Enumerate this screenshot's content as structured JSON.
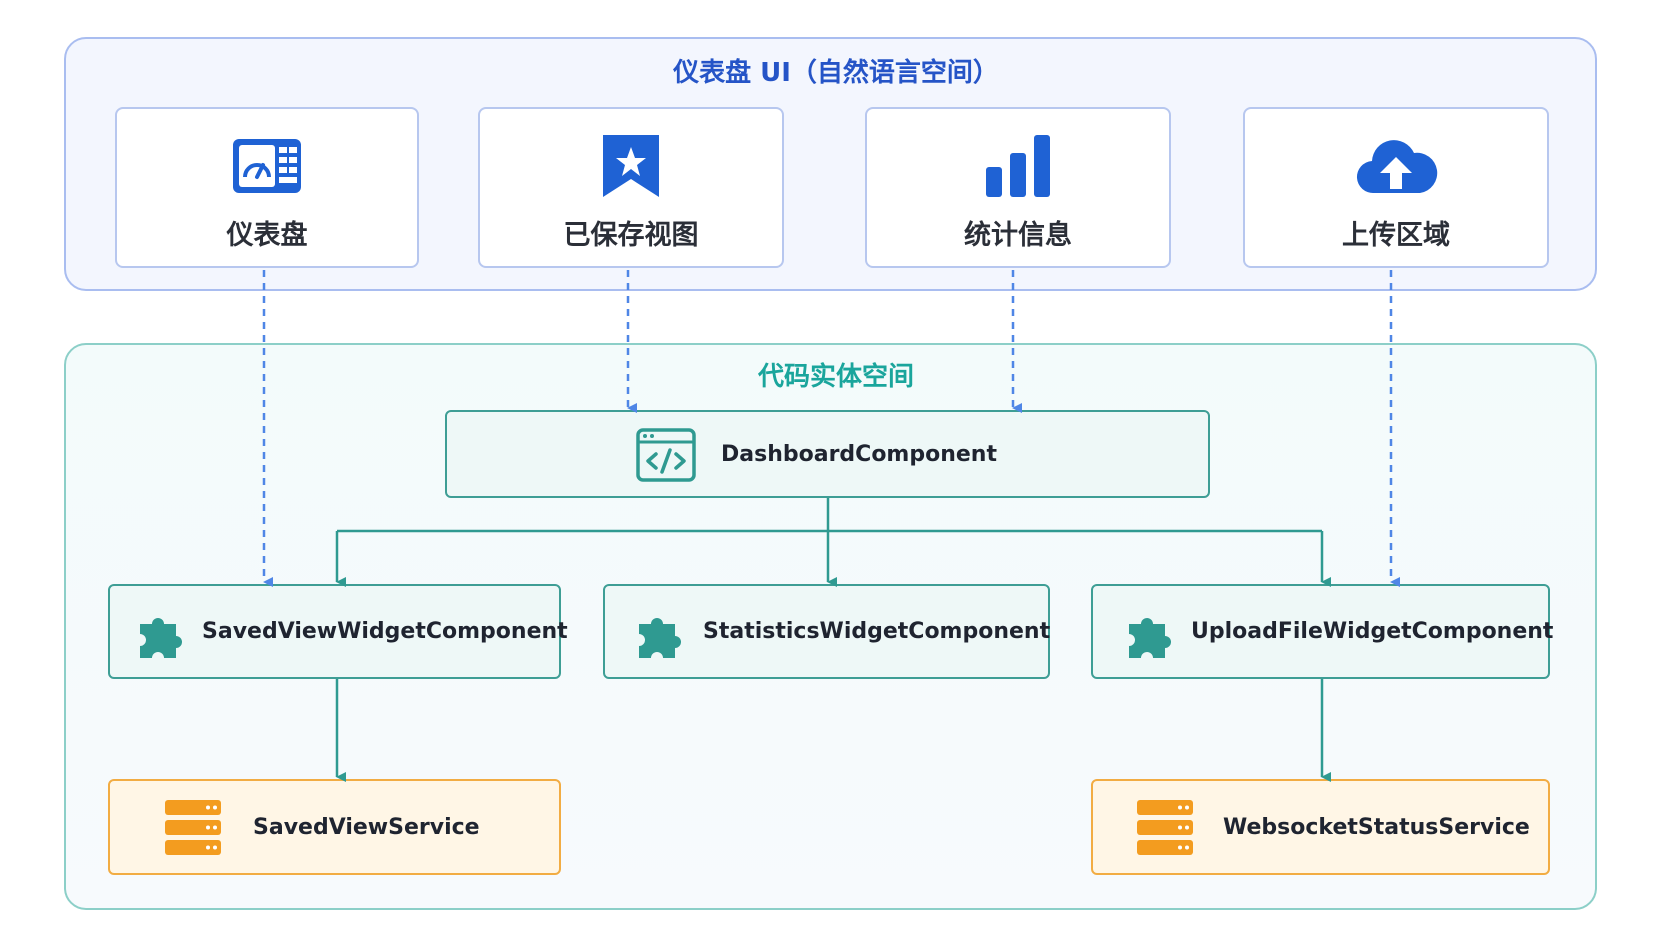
{
  "ui_space": {
    "title": "仪表盘 UI（自然语言空间）"
  },
  "code_space": {
    "title": "代码实体空间"
  },
  "ui_cards": [
    {
      "label": "仪表盘",
      "icon": "dashboard-gauge-icon"
    },
    {
      "label": "已保存视图",
      "icon": "bookmark-star-icon"
    },
    {
      "label": "统计信息",
      "icon": "bar-chart-icon"
    },
    {
      "label": "上传区域",
      "icon": "cloud-upload-icon"
    }
  ],
  "components": {
    "dashboard": {
      "label": "DashboardComponent",
      "icon": "code-window-icon"
    },
    "saved_view_widget": {
      "label": "SavedViewWidgetComponent",
      "icon": "puzzle-icon"
    },
    "statistics_widget": {
      "label": "StatisticsWidgetComponent",
      "icon": "puzzle-icon"
    },
    "upload_file_widget": {
      "label": "UploadFileWidgetComponent",
      "icon": "puzzle-icon"
    }
  },
  "services": {
    "saved_view_service": {
      "label": "SavedViewService",
      "icon": "server-stack-icon"
    },
    "websocket_status_service": {
      "label": "WebsocketStatusService",
      "icon": "server-stack-icon"
    }
  },
  "colors": {
    "ui_accent": "#2554c7",
    "code_accent": "#1aa59c",
    "mapping_arrow": "#4f86e6",
    "dependency_arrow": "#2f9a91",
    "service_accent": "#f2ac43"
  }
}
